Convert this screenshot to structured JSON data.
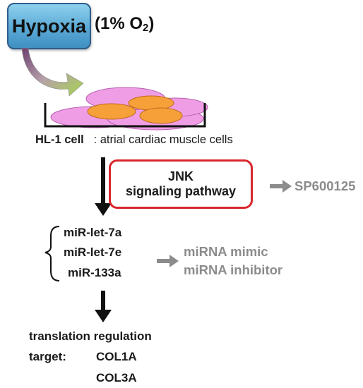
{
  "hypoxia": {
    "label": "Hypoxia",
    "condition_prefix": "(1% O",
    "condition_sub": "2",
    "condition_suffix": ")"
  },
  "cell": {
    "name": "HL-1 cell",
    "description": ": atrial cardiac muscle cells"
  },
  "pathway": {
    "line1": "JNK",
    "line2": "signaling pathway",
    "inhibitor": "SP600125"
  },
  "mirnas": {
    "items": [
      "miR-let-7a",
      "miR-let-7e",
      "miR-133a"
    ],
    "treatments": [
      "miRNA mimic",
      "miRNA inhibitor"
    ]
  },
  "outcome": {
    "title": "translation regulation",
    "target_label": "target:",
    "targets": [
      "COL1A",
      "COL3A"
    ]
  },
  "colors": {
    "hypoxia_box": "#5aa9d6",
    "pathway_border": "#d9262c",
    "cell_pink": "#ef9ee5",
    "cell_orange": "#f6a03a",
    "gray_arrow": "#8c8c8c",
    "green_arrow": "#9fd24a",
    "purple_arrow": "#8a5a8f"
  }
}
